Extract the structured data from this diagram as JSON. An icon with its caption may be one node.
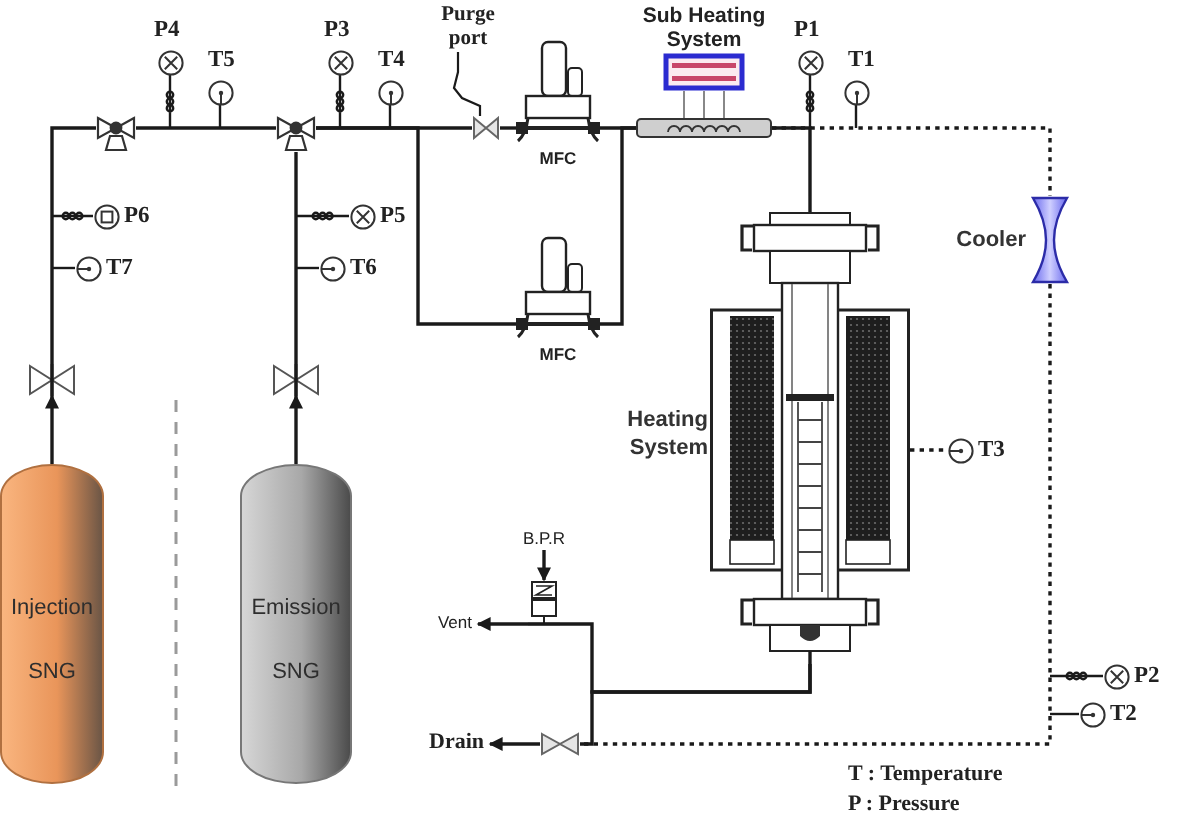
{
  "diagram": {
    "nodes": [
      {
        "text": [
          "Sub Heating System"
        ]
      },
      {
        "text": [
          "P4"
        ]
      },
      {
        "text": [
          "P3"
        ]
      },
      {
        "text": [
          "Purge port"
        ]
      },
      {
        "text": [
          "P1"
        ]
      },
      {
        "text": [
          "T5"
        ]
      },
      {
        "text": [
          "T4"
        ]
      },
      {
        "text": [
          "T1"
        ]
      },
      {
        "text": [],
        "shape": "valve"
      },
      {
        "text": [],
        "shape": "valve"
      },
      {
        "text": [],
        "shape": "valve"
      },
      {
        "text": [
          "MFC"
        ]
      },
      {
        "text": [
          "Cooler"
        ]
      },
      {
        "text": [
          "P6"
        ]
      },
      {
        "text": [
          "P5"
        ]
      },
      {
        "text": [
          "T7"
        ]
      },
      {
        "text": [
          "T6"
        ]
      },
      {
        "text": [
          "MFC"
        ]
      },
      {
        "text": [],
        "shape": "valve"
      },
      {
        "text": [],
        "shape": "valve"
      },
      {
        "text": [
          "Heating System"
        ]
      },
      {
        "text": [
          "T3"
        ]
      },
      {
        "text": [
          "Injection SNG"
        ]
      },
      {
        "text": [
          "Emission SNG"
        ]
      },
      {
        "text": [
          "B.P.R"
        ]
      },
      {
        "text": [],
        "shape": "valve"
      },
      {
        "text": [
          "Vent"
        ]
      },
      {
        "text": [
          "P2"
        ]
      },
      {
        "text": [
          "T2"
        ]
      },
      {
        "text": [],
        "shape": "valve"
      },
      {
        "text": [
          "Drain"
        ]
      }
    ],
    "edges": [
      {
        "from": 22,
        "to": 18,
        "arrow": "to"
      },
      {
        "from": 23,
        "to": 19,
        "arrow": "to"
      },
      {
        "from": 18,
        "to": 8,
        "arrow": "none"
      },
      {
        "from": 19,
        "to": 9,
        "arrow": "none"
      },
      {
        "from": 8,
        "to": 9,
        "arrow": "none"
      },
      {
        "from": 9,
        "to": 10,
        "arrow": "none"
      },
      {
        "from": 10,
        "to": 11,
        "arrow": "none"
      },
      {
        "from": 9,
        "to": 17,
        "arrow": "none"
      },
      {
        "from": 11,
        "to": 0,
        "arrow": "none"
      },
      {
        "from": 17,
        "to": 0,
        "arrow": "none"
      },
      {
        "from": 0,
        "to": 20,
        "arrow": "none"
      },
      {
        "from": 0,
        "to": 12,
        "arrow": "none",
        "style": "dashed"
      },
      {
        "from": 12,
        "to": 29,
        "arrow": "none",
        "style": "dashed"
      },
      {
        "from": 20,
        "to": 25,
        "arrow": "none"
      },
      {
        "from": 25,
        "to": 26,
        "arrow": "to"
      },
      {
        "from": 20,
        "to": 29,
        "arrow": "none"
      },
      {
        "from": 29,
        "to": 30,
        "arrow": "to"
      },
      {
        "from": 3,
        "to": 10,
        "arrow": "none"
      },
      {
        "from": 24,
        "to": 25,
        "arrow": "to"
      },
      {
        "from": 20,
        "to": 21,
        "arrow": "none",
        "style": "dashed"
      },
      {
        "from": 1,
        "to": null,
        "arrow": "none"
      },
      {
        "from": 2,
        "to": null,
        "arrow": "none"
      },
      {
        "from": 4,
        "to": null,
        "arrow": "none"
      },
      {
        "from": 5,
        "to": null,
        "arrow": "none"
      },
      {
        "from": 6,
        "to": null,
        "arrow": "none"
      },
      {
        "from": 7,
        "to": null,
        "arrow": "none"
      },
      {
        "from": 13,
        "to": null,
        "arrow": "none"
      },
      {
        "from": 14,
        "to": null,
        "arrow": "none"
      },
      {
        "from": 15,
        "to": null,
        "arrow": "none"
      },
      {
        "from": 16,
        "to": null,
        "arrow": "none"
      },
      {
        "from": 27,
        "to": null,
        "arrow": "none"
      },
      {
        "from": 28,
        "to": null,
        "arrow": "none"
      }
    ],
    "labels": [
      "T : Temperature",
      "P : Pressure"
    ]
  }
}
